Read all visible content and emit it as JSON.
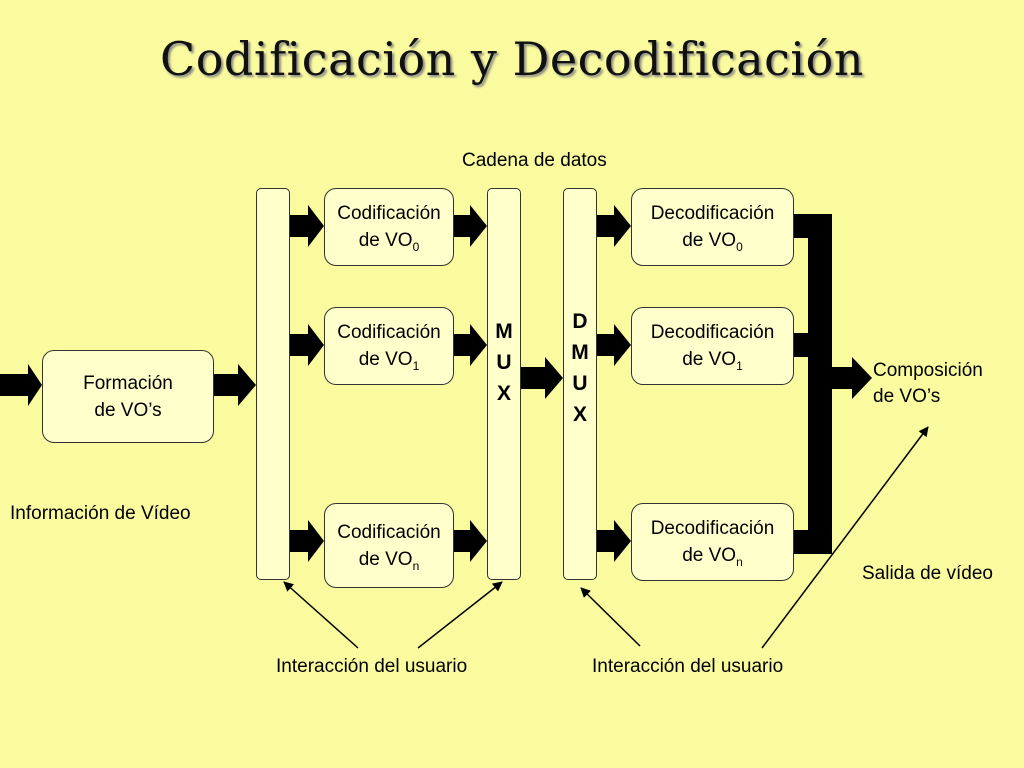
{
  "title": "Codificación y Decodificación",
  "labels": {
    "cadena": "Cadena de datos",
    "informacion": "Información de Vídeo",
    "salida": "Salida de vídeo",
    "interaccion_left": "Interacción del usuario",
    "interaccion_right": "Interacción del usuario"
  },
  "formacion": {
    "line1": "Formación",
    "line2": "de VO’s"
  },
  "composicion": {
    "line1": "Composición",
    "line2": "de VO’s"
  },
  "encoders": [
    {
      "line1": "Codificación",
      "prefix": "de VO",
      "sub": "0"
    },
    {
      "line1": "Codificación",
      "prefix": "de VO",
      "sub": "1"
    },
    {
      "line1": "Codificación",
      "prefix": "de VO",
      "sub": "n"
    }
  ],
  "decoders": [
    {
      "line1": "Decodificación",
      "prefix": "de VO",
      "sub": "0"
    },
    {
      "line1": "Decodificación",
      "prefix": "de VO",
      "sub": "1"
    },
    {
      "line1": "Decodificación",
      "prefix": "de VO",
      "sub": "n"
    }
  ],
  "mux_letters": [
    "M",
    "U",
    "X"
  ],
  "dmux_letters": [
    "D",
    "M",
    "U",
    "X"
  ]
}
